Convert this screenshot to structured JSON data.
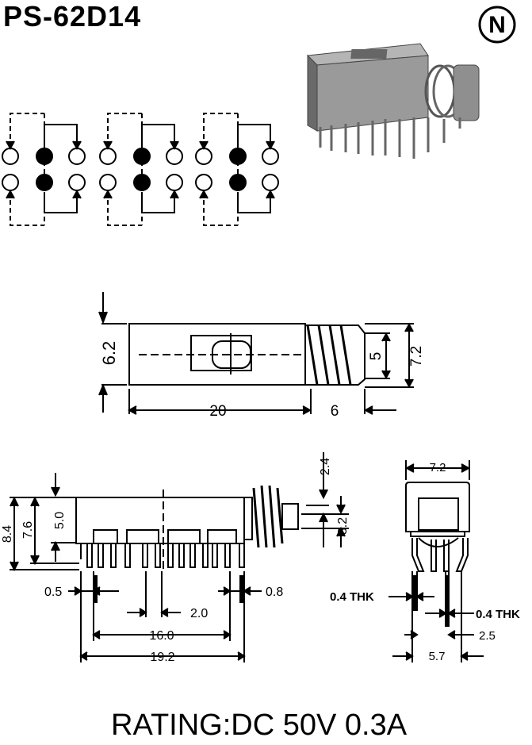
{
  "title": "PS-62D14",
  "logo_letter": "N",
  "rating": "RATING:DC 50V 0.3A",
  "top_view": {
    "dims": {
      "height": "6.2",
      "length": "20",
      "knob": "6",
      "spring_dia": "5",
      "spring_outer": "7.2"
    }
  },
  "side_view": {
    "dims": {
      "h_total": "8.4",
      "h_body": "7.6",
      "h_case": "5.0",
      "top_gap": "2.4",
      "spring_h": "3.2",
      "pin_w": "0.5",
      "pin_gap": "0.8",
      "pitch": "2.0",
      "span": "16.0",
      "total": "19.2"
    }
  },
  "end_view": {
    "dims": {
      "width": "7.2",
      "thk_left": "0.4 THK",
      "thk_right": "0.4 THK",
      "spacing": "2.5",
      "base": "5.7"
    }
  },
  "colors": {
    "ink": "#000000",
    "photo_body": "#8a8a8a",
    "photo_dark": "#555555"
  }
}
